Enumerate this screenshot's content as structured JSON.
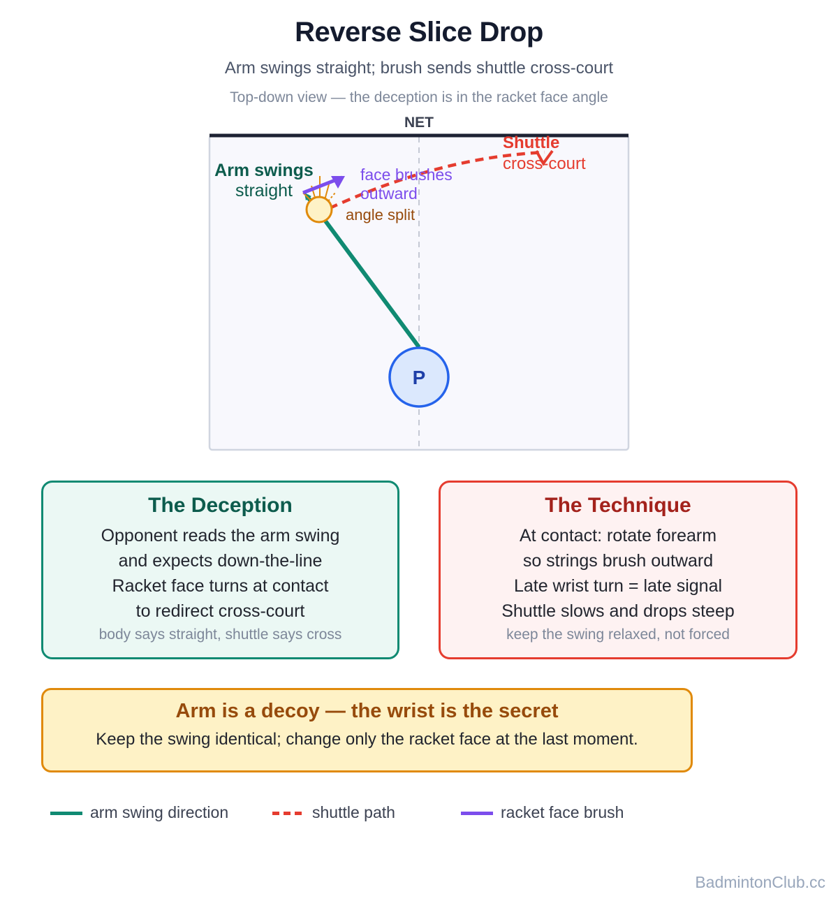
{
  "header": {
    "title": "Reverse Slice Drop",
    "subtitle": "Arm swings straight; brush sends shuttle cross-court",
    "note": "Top-down view — the deception is in the racket face angle"
  },
  "diagram": {
    "net_label": "NET",
    "player_label": "P",
    "arm_label_line1": "Arm swings",
    "arm_label_line2": "straight",
    "brush_label_line1": "face brushes",
    "brush_label_line2": "outward",
    "split_label": "angle split",
    "shuttle_label_line1": "Shuttle",
    "shuttle_label_line2": "cross-court",
    "colors": {
      "arm": "#108a72",
      "shuttle": "#e53c2f",
      "brush": "#7c4dec",
      "contact": "#e08a0c",
      "player": "#2563eb"
    }
  },
  "cards": {
    "deception": {
      "title": "The Deception",
      "lines": [
        "Opponent reads the arm swing",
        "and expects down-the-line",
        "Racket face turns at contact",
        "to redirect cross-court"
      ],
      "foot": "body says straight, shuttle says cross"
    },
    "technique": {
      "title": "The Technique",
      "lines": [
        "At contact: rotate forearm",
        "so strings brush outward",
        "Late wrist turn = late signal",
        "Shuttle slows and drops steep"
      ],
      "foot": "keep the swing relaxed, not forced"
    }
  },
  "callout": {
    "title": "Arm is a decoy — the wrist is the secret",
    "text": "Keep the swing identical; change only the racket face at the last moment."
  },
  "legend": [
    {
      "label": "arm swing direction",
      "style": "solid",
      "color": "#108a72"
    },
    {
      "label": "shuttle path",
      "style": "dashed",
      "color": "#e53c2f"
    },
    {
      "label": "racket face brush",
      "style": "solid",
      "color": "#7c4dec"
    }
  ],
  "footer": {
    "brand": "BadmintonClub.cc"
  }
}
